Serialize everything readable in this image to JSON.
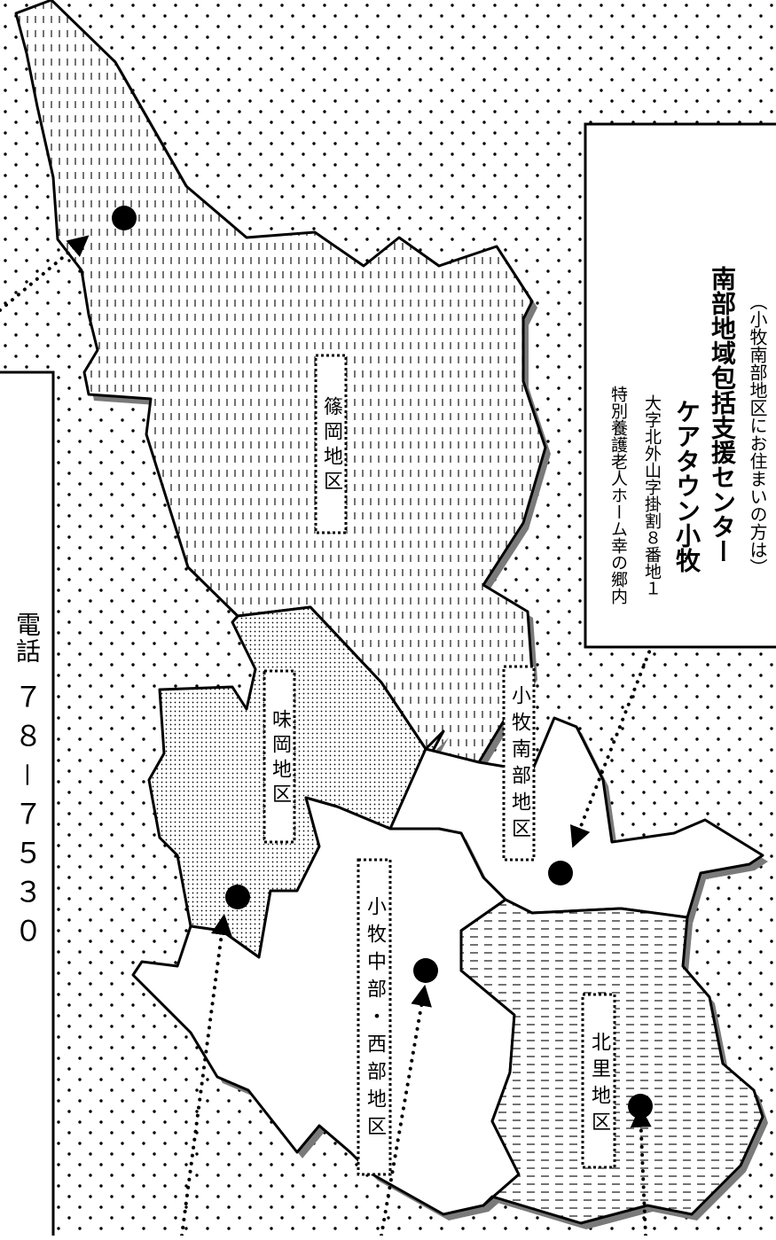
{
  "phone": {
    "label": "電話",
    "number": "７８－７５３０"
  },
  "districts": [
    {
      "id": "shinooka",
      "label": "篠岡地区"
    },
    {
      "id": "ajioka",
      "label": "味岡地区"
    },
    {
      "id": "komaki-nanbu",
      "label": "小牧南部地区"
    },
    {
      "id": "komaki-chubu-seibu",
      "label": "小牧中部・西部地区"
    },
    {
      "id": "kitasato",
      "label": "北里地区"
    }
  ],
  "center_callout": {
    "note": "（小牧南部地区にお住まいの方は）",
    "title": "南部地域包括支援センター",
    "subtitle": "ケアタウン小牧",
    "address": "大字北外山字掛割８番地１",
    "location": "特別養護老人ホーム幸の郷内"
  },
  "colors": {
    "ink": "#000000",
    "shadow": "#7a7a7a",
    "background": "#ffffff"
  }
}
